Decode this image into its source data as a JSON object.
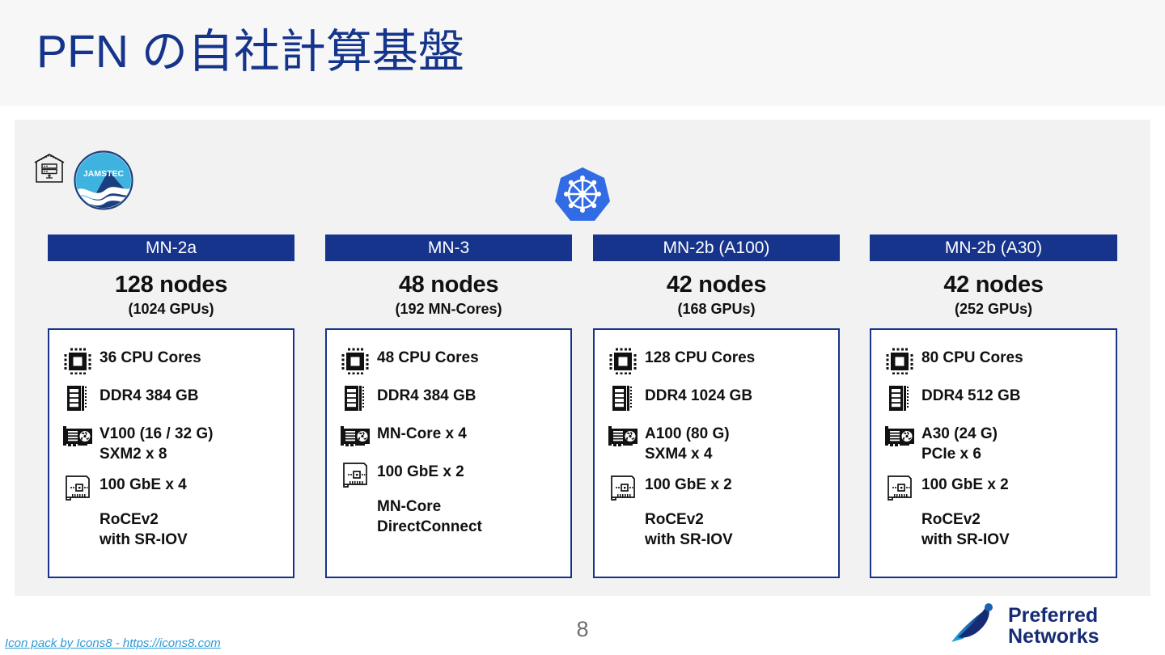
{
  "slide": {
    "title": "PFN の自社計算基盤",
    "page_number": "8",
    "attribution": "Icon pack by Icons8 - https://icons8.com",
    "brand": {
      "logo_line1": "Preferred",
      "logo_line2": "Networks",
      "navy": "#16348c",
      "title_color": "#15348b",
      "panel_bg": "#f2f2f2",
      "band_bg": "#f7f7f7",
      "link_color": "#2e9bd6",
      "k8s_blue": "#326ce5",
      "jamstec_light": "#3fb3e0",
      "jamstec_dark": "#1b3f7e"
    },
    "logos": [
      {
        "name": "datacenter-icon",
        "label": "data center"
      },
      {
        "name": "jamstec-logo",
        "label": "JAMSTEC"
      },
      {
        "name": "kubernetes-logo",
        "label": "Kubernetes"
      }
    ]
  },
  "columns": [
    {
      "header": "MN-2a",
      "nodes": "128 nodes",
      "sub": "(1024 GPUs)",
      "specs": [
        {
          "icon": "cpu-icon",
          "text": "36 CPU Cores"
        },
        {
          "icon": "ram-icon",
          "text": "DDR4 384 GB"
        },
        {
          "icon": "gpu-icon",
          "text": "V100 (16 / 32 G)\nSXM2 x 8"
        },
        {
          "icon": "nic-icon",
          "text": "100 GbE x 4",
          "extra": "RoCEv2\nwith SR-IOV"
        }
      ]
    },
    {
      "header": "MN-3",
      "nodes": "48 nodes",
      "sub": "(192 MN-Cores)",
      "specs": [
        {
          "icon": "cpu-icon",
          "text": "48 CPU Cores"
        },
        {
          "icon": "ram-icon",
          "text": "DDR4 384 GB"
        },
        {
          "icon": "gpu-icon",
          "text": "MN-Core x 4"
        },
        {
          "icon": "nic-icon",
          "text": "100 GbE x 2",
          "extra": "MN-Core\nDirectConnect"
        }
      ]
    },
    {
      "header": "MN-2b (A100)",
      "nodes": "42 nodes",
      "sub": "(168 GPUs)",
      "specs": [
        {
          "icon": "cpu-icon",
          "text": "128 CPU Cores"
        },
        {
          "icon": "ram-icon",
          "text": "DDR4 1024 GB"
        },
        {
          "icon": "gpu-icon",
          "text": "A100 (80 G)\nSXM4 x 4"
        },
        {
          "icon": "nic-icon",
          "text": "100 GbE x 2",
          "extra": "RoCEv2\nwith SR-IOV"
        }
      ]
    },
    {
      "header": "MN-2b (A30)",
      "nodes": "42 nodes",
      "sub": "(252 GPUs)",
      "specs": [
        {
          "icon": "cpu-icon",
          "text": "80 CPU Cores"
        },
        {
          "icon": "ram-icon",
          "text": "DDR4 512 GB"
        },
        {
          "icon": "gpu-icon",
          "text": "A30 (24 G)\nPCIe x 6"
        },
        {
          "icon": "nic-icon",
          "text": "100 GbE x 2",
          "extra": "RoCEv2\nwith SR-IOV"
        }
      ]
    }
  ]
}
